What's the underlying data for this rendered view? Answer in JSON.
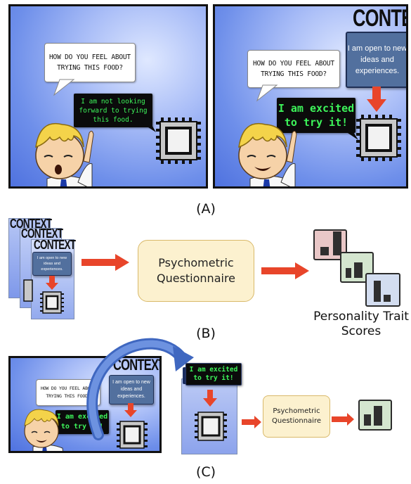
{
  "panel_a": {
    "left": {
      "question": "HOW DO YOU FEEL ABOUT TRYING THIS FOOD?",
      "reply": "I am not looking forward to trying this food."
    },
    "right": {
      "context_title": "CONTEXT",
      "context_text": "I am open to new ideas and experiences.",
      "question": "HOW DO YOU FEEL ABOUT TRYING THIS FOOD?",
      "reply": "I am excited to try it!"
    },
    "label": "(A)"
  },
  "panel_b": {
    "stack_title": "CONTEXT",
    "stack_text": "I am open to new ideas and experiences.",
    "questionnaire": "Psychometric Questionnaire",
    "scores_label": "Personality Trait Scores",
    "label": "(B)"
  },
  "panel_c": {
    "context_title": "CONTEXT",
    "context_text": "I am open to new ideas and experiences.",
    "question": "HOW DO YOU FEEL ABOUT TRYING THIS FOOD?",
    "reply": "I am excited to try it!",
    "moved_reply": "I am excited to try it!",
    "questionnaire": "Psychometric Questionnaire",
    "label": "(C)"
  },
  "colors": {
    "arrow": "#e8452a",
    "terminal_text": "#3df45a",
    "questionnaire_fill": "#fcf1cf",
    "curved_arrow": "#4a73c8"
  }
}
